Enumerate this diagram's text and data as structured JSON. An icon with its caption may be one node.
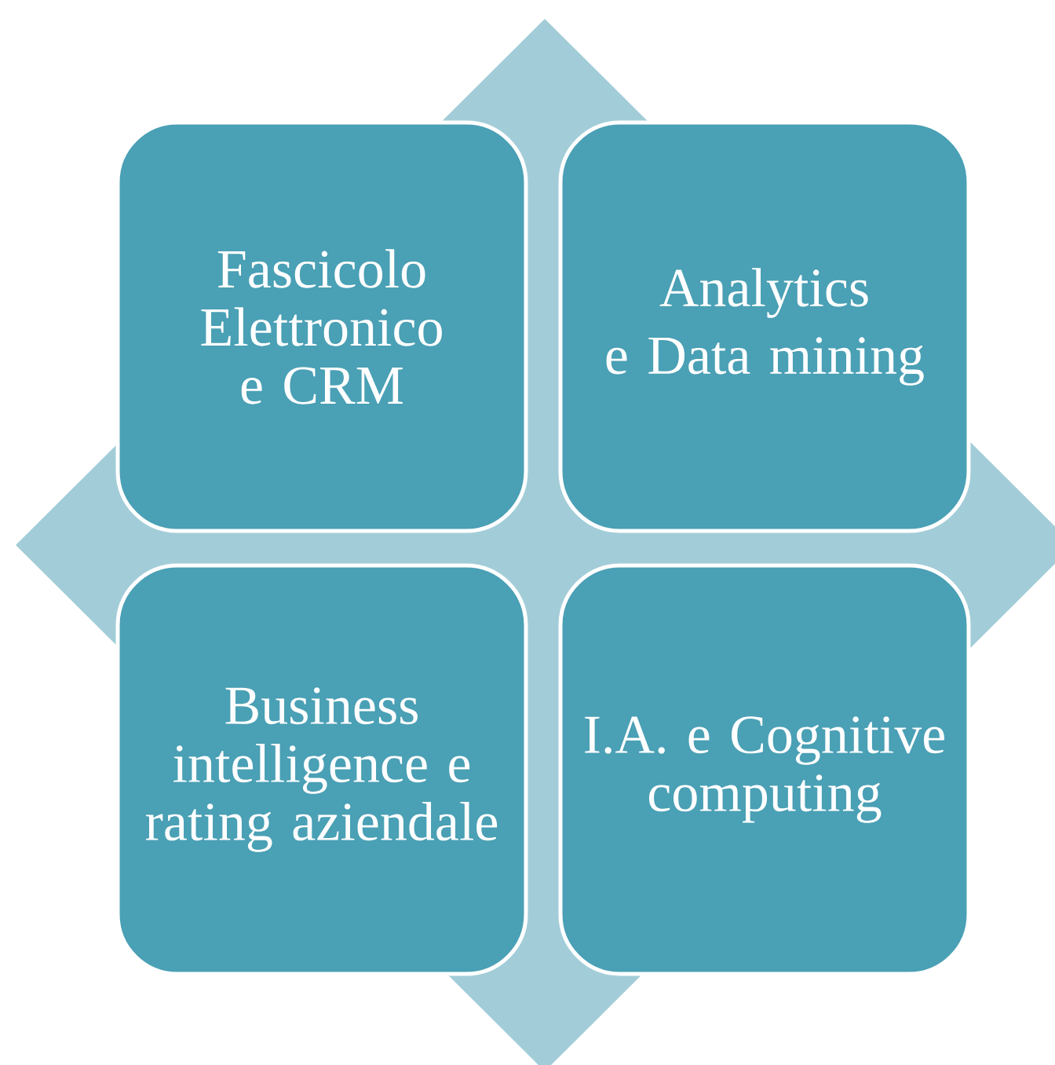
{
  "diagram": {
    "nodes": [
      {
        "text": [
          "Fascicolo Elettronico e CRM"
        ]
      },
      {
        "text": [
          "Analytics",
          "e Data mining"
        ]
      },
      {
        "text": [
          "Business intelligence e rating aziendale"
        ]
      },
      {
        "text": [
          "I.A. e Cognitive computing"
        ]
      }
    ]
  }
}
